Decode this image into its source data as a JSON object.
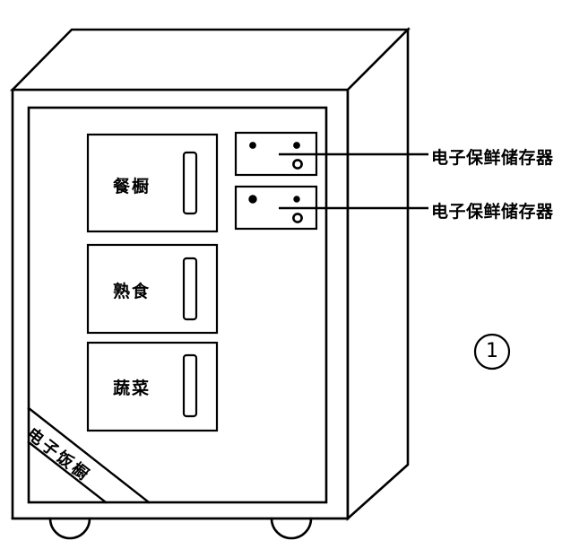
{
  "figure": {
    "number_label": "1",
    "caption_symbol": "circled-number",
    "product_name": "电子饭橱",
    "diagram_type": "line-art perspective illustration"
  },
  "cabinet": {
    "banner_label": "电子饭橱",
    "drawers": [
      {
        "label": "餐橱",
        "handle": "vertical-bar-handle"
      },
      {
        "label": "熟食",
        "handle": "vertical-bar-handle"
      },
      {
        "label": "蔬菜",
        "handle": "vertical-bar-handle"
      }
    ],
    "modules": [
      {
        "label": "电子保鲜储存器",
        "indicators": [
          "small-dot-left",
          "small-dot-right",
          "ring-dot-lower-right"
        ]
      },
      {
        "label": "电子保鲜储存器",
        "indicators": [
          "small-dot-left",
          "small-dot-right",
          "ring-dot-lower-right"
        ]
      }
    ],
    "casters": [
      {
        "name": "caster-left"
      },
      {
        "name": "caster-right"
      }
    ]
  },
  "colors": {
    "stroke": "#000000",
    "fill": "#ffffff"
  }
}
